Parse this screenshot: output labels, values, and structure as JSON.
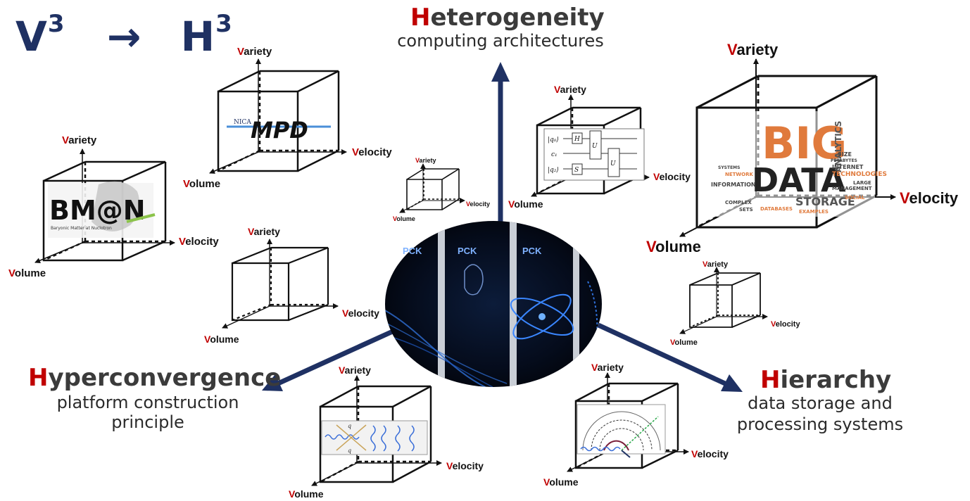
{
  "title": {
    "left": "V",
    "left_sup": "3",
    "arrow": "→",
    "right": "H",
    "right_sup": "3"
  },
  "heads": {
    "heterogeneity": {
      "first": "H",
      "rest": "eterogeneity",
      "sub": "computing architectures"
    },
    "hyperconvergence": {
      "first": "H",
      "rest": "yperconvergence",
      "sub1": "platform construction",
      "sub2": "principle"
    },
    "hierarchy": {
      "first": "H",
      "rest": "ierarchy",
      "sub1": "data storage and",
      "sub2": "processing systems"
    }
  },
  "axis": {
    "variety_first": "V",
    "variety_rest": "ariety",
    "velocity_first": "V",
    "velocity_rest": "elocity",
    "volume_first": "V",
    "volume_rest": "olume"
  },
  "logos": {
    "bmn": "BM@N",
    "bmn_sub": "Baryonic Matter at Nuclotron",
    "mpd": "MPD",
    "nica": "NICA"
  },
  "center": {
    "brand1": "PCK",
    "brand2": "PCK",
    "brand3": "PCK"
  },
  "circuit": {
    "q0": "|q₀⟩",
    "c1": "c₁",
    "q2": "|q₂⟩",
    "g_h": "H",
    "g_u1": "U",
    "g_u2": "U",
    "g_s": "S"
  },
  "feynman": {
    "q_top": "q",
    "q_bot": "q"
  },
  "bigdata": {
    "big": "BIG",
    "data": "DATA",
    "words": [
      "ANALYTICS",
      "STORAGE",
      "TECHNOLOGIES",
      "INTERNET",
      "INFORMATION",
      "DATABASES",
      "MANAGEMENT",
      "NETWORK",
      "SIZE",
      "SETS",
      "EXAMPLES",
      "SOCIAL",
      "LARGE",
      "SYSTEMS",
      "COMPLEX",
      "PETABYTES"
    ]
  },
  "colors": {
    "navy": "#1f3163",
    "red": "#c00000",
    "arrow": "#1f3163"
  }
}
